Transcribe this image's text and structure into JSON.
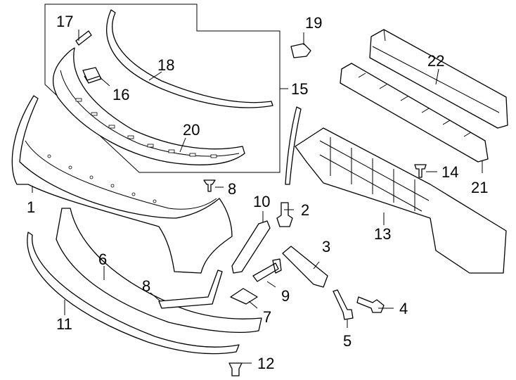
{
  "callouts": {
    "n1": "1",
    "n2": "2",
    "n3": "3",
    "n4": "4",
    "n5": "5",
    "n6": "6",
    "n7": "7",
    "n8a": "8",
    "n8b": "8",
    "n9": "9",
    "n10": "10",
    "n11": "11",
    "n12": "12",
    "n13": "13",
    "n14": "14",
    "n15": "15",
    "n16": "16",
    "n17": "17",
    "n18": "18",
    "n19": "19",
    "n20": "20",
    "n21": "21",
    "n22": "22"
  }
}
